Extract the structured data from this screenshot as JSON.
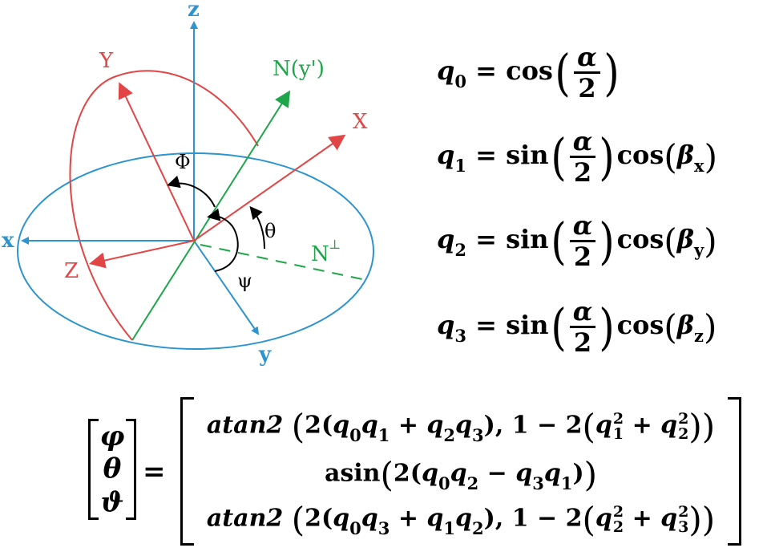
{
  "diagram": {
    "labels": {
      "z": "z",
      "x": "x",
      "y": "y",
      "X": "X",
      "Y": "Y",
      "Z": "Z",
      "N": "N(y')",
      "Nperp": "N",
      "perp": "⊥",
      "Phi": "Φ",
      "theta": "θ",
      "psi": "ψ"
    },
    "colors": {
      "blue": "#2c94cf",
      "red": "#e24545",
      "green": "#1fa64a",
      "black": "#000000"
    }
  },
  "equations": {
    "q0": {
      "lhs": "q",
      "sub": "0",
      "fn": "cos",
      "arg_sub": ""
    },
    "q1": {
      "lhs": "q",
      "sub": "1",
      "fn": "sin",
      "tail_fn": "cos",
      "beta_sub": "x"
    },
    "q2": {
      "lhs": "q",
      "sub": "2",
      "fn": "sin",
      "tail_fn": "cos",
      "beta_sub": "y"
    },
    "q3": {
      "lhs": "q",
      "sub": "3",
      "fn": "sin",
      "tail_fn": "cos",
      "beta_sub": "z"
    },
    "alpha": "α",
    "two": "2",
    "beta": "β",
    "equals": "="
  },
  "matrix": {
    "lhs": [
      "φ",
      "θ",
      "ϑ"
    ],
    "atan2": "atan2",
    "asin": "asin",
    "one": "1",
    "two": "2"
  }
}
